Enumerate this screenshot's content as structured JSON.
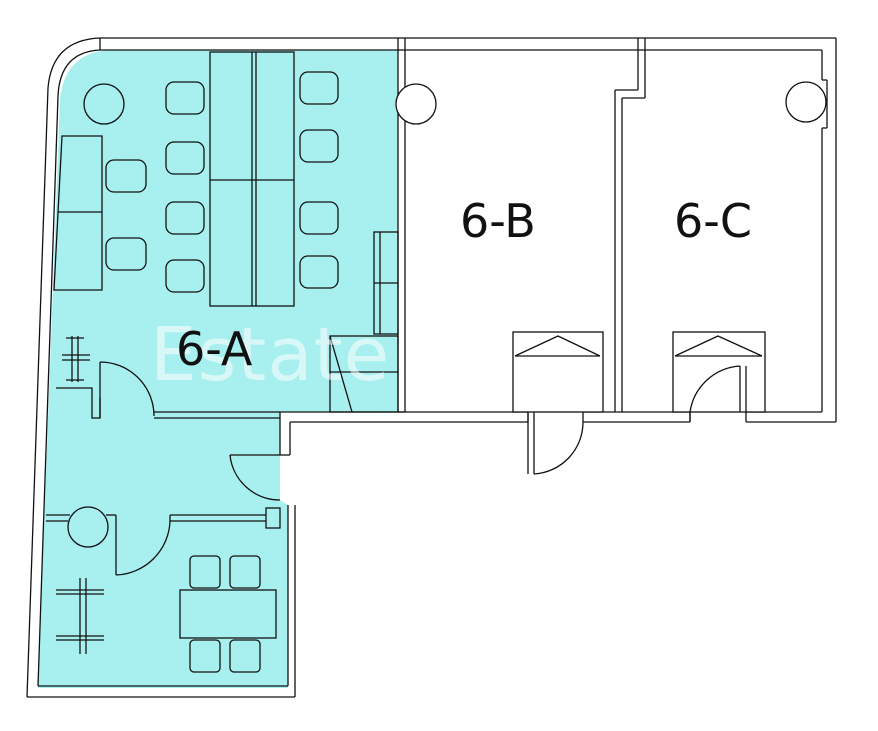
{
  "units": {
    "a": {
      "label": "6-A"
    },
    "b": {
      "label": "6-B"
    },
    "c": {
      "label": "6-C"
    }
  },
  "watermark": "Estate",
  "colors": {
    "occupied_fill": "#a8f0f0",
    "wall": "#111111",
    "background": "#ffffff"
  }
}
